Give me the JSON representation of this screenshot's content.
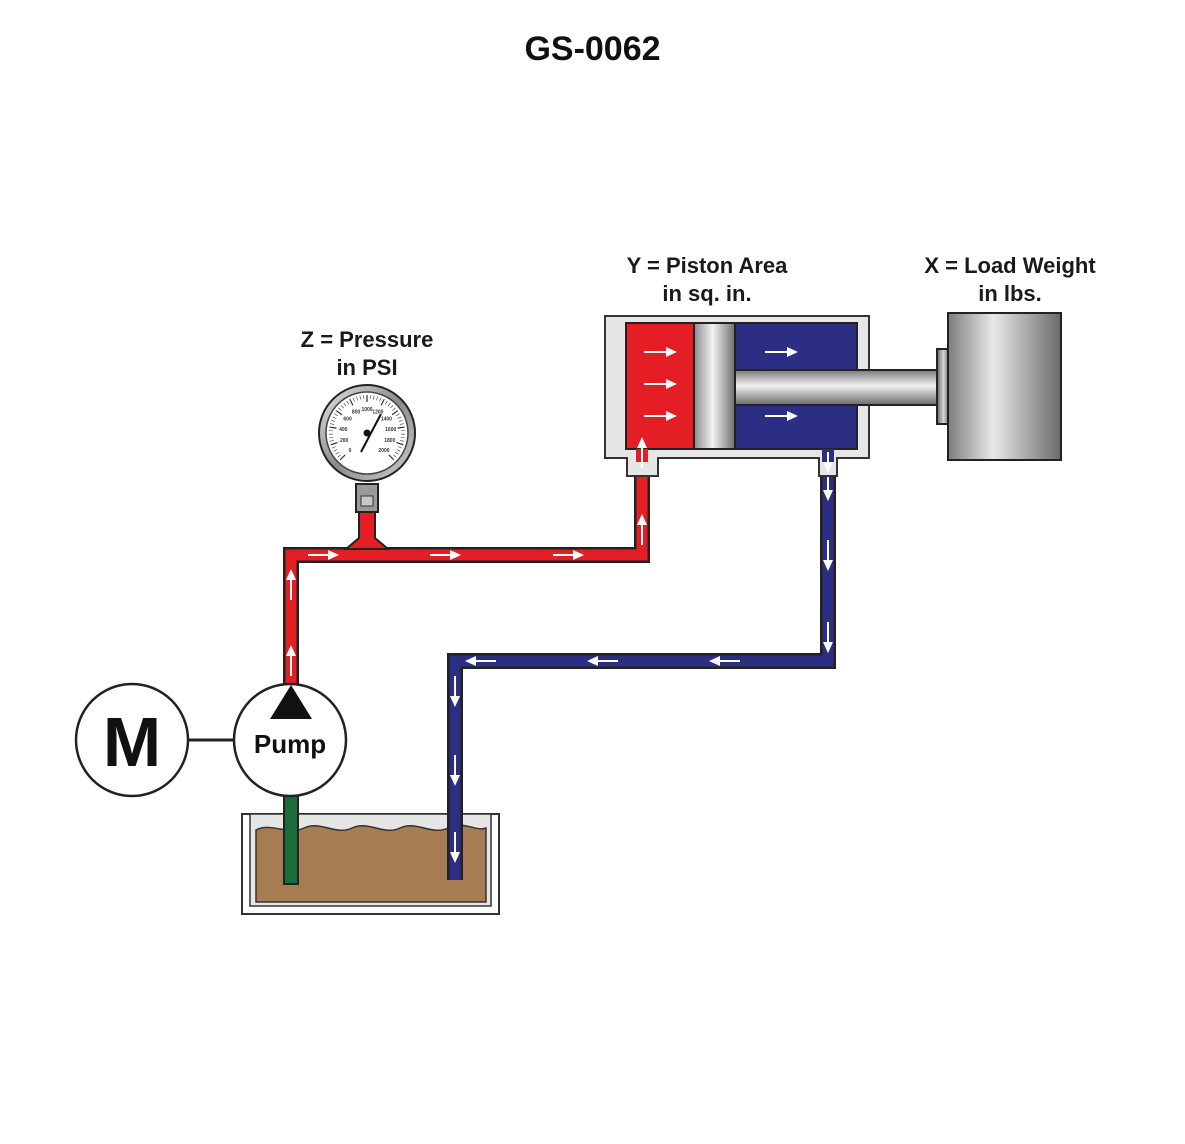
{
  "title": "GS-0062",
  "labels": {
    "pressure": [
      "Z = Pressure",
      "in PSI"
    ],
    "piston": [
      "Y = Piston Area",
      "in sq. in."
    ],
    "load": [
      "X = Load Weight",
      "in lbs."
    ]
  },
  "motor_label": "M",
  "pump_label": "Pump",
  "gauge": {
    "ticks": [
      "0",
      "200",
      "400",
      "600",
      "800",
      "1000",
      "1200",
      "1400",
      "1600",
      "1800",
      "2000"
    ]
  },
  "colors": {
    "pressure_line": "#e31e24",
    "return_line": "#2b2e83",
    "suction_line": "#1c6b3a",
    "fluid": "#a67c52"
  }
}
